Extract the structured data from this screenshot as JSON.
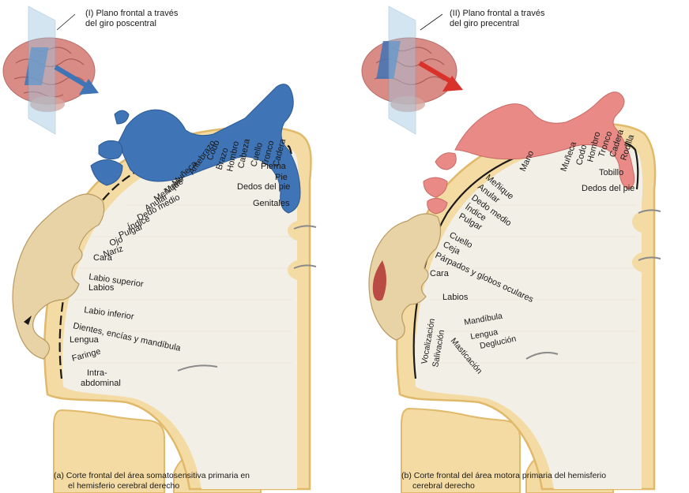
{
  "panel_a": {
    "plane_title_1": "(I) Plano frontal a través",
    "plane_title_2": "del giro poscentral",
    "caption_1": "(a) Corte frontal del área somatosensitiva primaria en",
    "caption_2": "el hemisferio cerebral derecho",
    "labels": [
      "Genitales",
      "Dedos del pie",
      "Pie",
      "Pierna",
      "Cadera",
      "Tronco",
      "Cuello",
      "Cabeza",
      "Hombro",
      "Brazo",
      "Codo",
      "Antebrazo",
      "Muñeca",
      "Mano",
      "Meñique",
      "Anular",
      "Dedo medio",
      "Índice",
      "Pulgar",
      "Ojo",
      "Nariz",
      "Cara",
      "Labio superior",
      "Labios",
      "Labio inferior",
      "Dientes, encías y mandíbula",
      "Lengua",
      "Faringe",
      "Intra-",
      "abdominal"
    ]
  },
  "panel_b": {
    "plane_title_1": "(II) Plano frontal a través",
    "plane_title_2": "del giro precentral",
    "caption_1": "(b) Corte frontal del área motora primaria del hemisferio",
    "caption_2": "cerebral derecho",
    "labels": [
      "Dedos del pie",
      "Tobillo",
      "Rodilla",
      "Cadera",
      "Tronco",
      "Hombro",
      "Codo",
      "Muñeca",
      "Mano",
      "Meñique",
      "Anular",
      "Dedo medio",
      "Índice",
      "Pulgar",
      "Cuello",
      "Ceja",
      "Párpados y globos oculares",
      "Cara",
      "Labios",
      "Mandíbula",
      "Lengua",
      "Deglución",
      "Masticación",
      "Salivación",
      "Vocalización"
    ]
  },
  "colors": {
    "cortex": "#f3dba3",
    "cortex_edge": "#e0b96a",
    "white_matter": "#f2efe6",
    "sensory_body": "#3f74b6",
    "motor_body": "#e98a86",
    "face_skin": "#e8d3a6",
    "brain_pink": "#d98b86"
  }
}
